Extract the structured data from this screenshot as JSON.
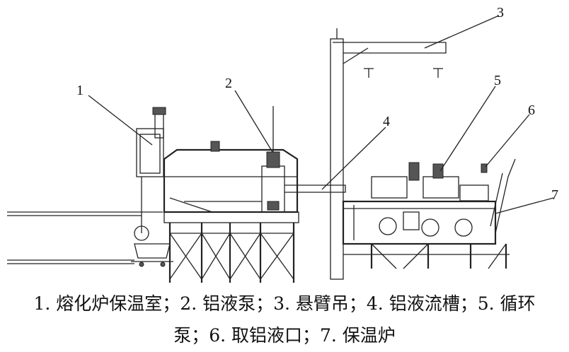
{
  "labels": [
    "1",
    "2",
    "3",
    "4",
    "5",
    "6",
    "7"
  ],
  "caption": {
    "line1": "1. 熔化炉保温室；2. 铝液泵；3. 悬臂吊；4. 铝液流槽；5. 循环",
    "line2": "泵；6. 取铝液口；7. 保温炉"
  }
}
